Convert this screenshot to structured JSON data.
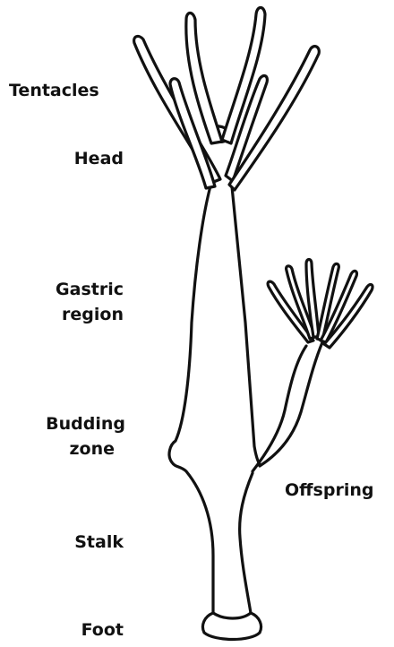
{
  "labels": {
    "tentacles": "Tentacles",
    "head": "Head",
    "gastric_line1": "Gastric",
    "gastric_line2": "region",
    "budding_line1": "Budding",
    "budding_line2": "zone",
    "offspring": "Offspring",
    "stalk": "Stalk",
    "foot": "Foot"
  },
  "colors": {
    "ink": "#111111",
    "background": "#ffffff"
  }
}
